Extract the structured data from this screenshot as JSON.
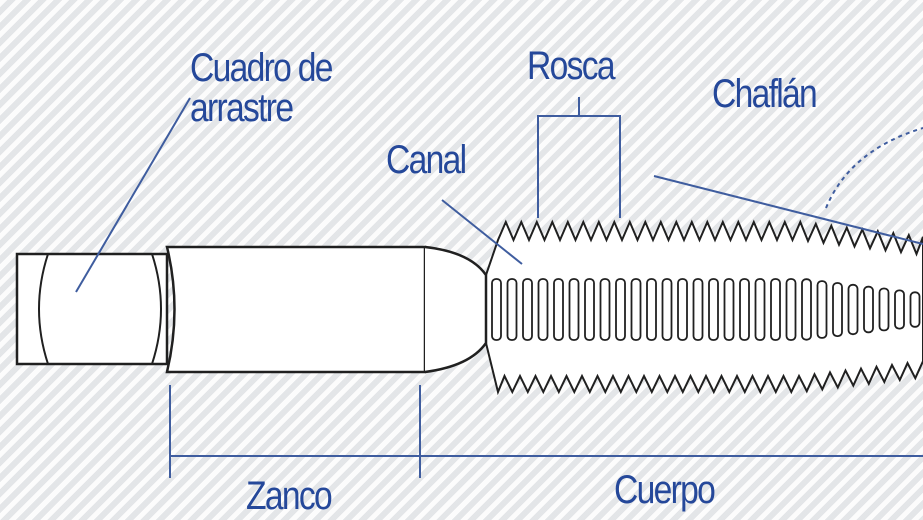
{
  "labels": {
    "drive_square": "Cuadro de arrastre",
    "drive_square_line1": "Cuadro de",
    "drive_square_line2": "arrastre",
    "flute": "Canal",
    "thread": "Rosca",
    "chamfer": "Chaflán",
    "shank": "Zanco",
    "body": "Cuerpo"
  },
  "colors": {
    "label_text": "#25489a",
    "leader_line": "#3f5d9f",
    "outline": "#202020",
    "tap_fill": "#ffffff",
    "background": "#f2f3f4"
  }
}
